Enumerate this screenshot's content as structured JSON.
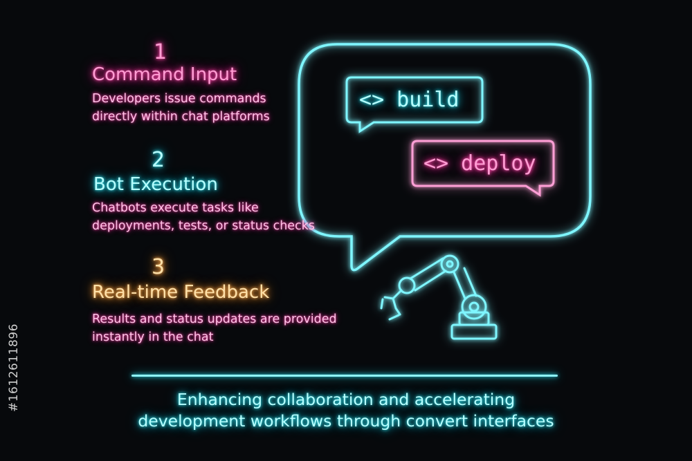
{
  "steps": [
    {
      "number": "1",
      "title": "Command Input",
      "description": [
        "Developers issue commands",
        "directly within chat platforms"
      ]
    },
    {
      "number": "2",
      "title": "Bot Execution",
      "description": [
        "Chatbots execute tasks like",
        "deployments, tests, or status checks"
      ]
    },
    {
      "number": "3",
      "title": "Real-time Feedback",
      "description": [
        "Results and status updates are provided",
        "instantly in the chat"
      ]
    }
  ],
  "chat": {
    "commands": [
      {
        "icon": "code-brackets-icon",
        "label": "<> build",
        "color": "#7ff6ff"
      },
      {
        "icon": "code-brackets-icon",
        "label": "<> deploy",
        "color": "#ff9fd6"
      }
    ],
    "cursor_color": "#ffd27a",
    "bot_icon": "robot-arm-icon"
  },
  "tagline": [
    "Enhancing collaboration and accelerating",
    "development workflows through convert interfaces"
  ],
  "watermark": "#1612611896",
  "colors": {
    "background": "#07090c",
    "cyan": "#7ff6ff",
    "pink": "#ff9fd6",
    "gold": "#ffd27a"
  }
}
